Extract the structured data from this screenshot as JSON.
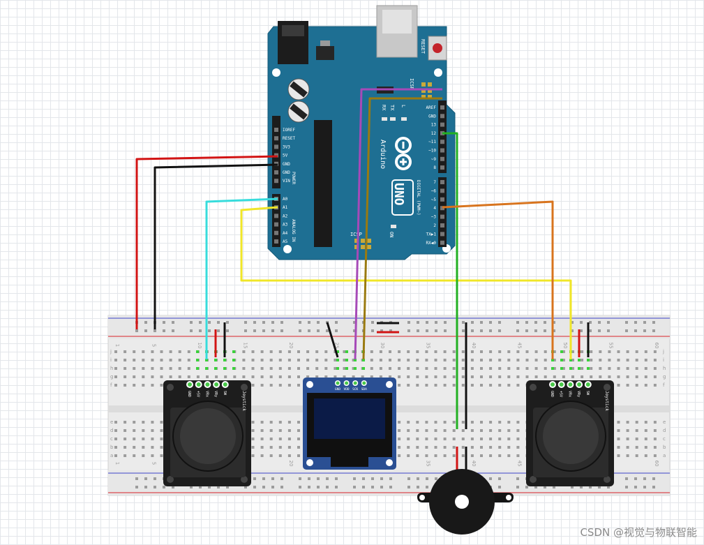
{
  "arduino": {
    "brand": "Arduino",
    "model": "UNO",
    "reset_label": "RESET",
    "icsp_label": "ICSP",
    "icsp2_label": "ICSP",
    "on_label": "ON",
    "tx_label": "TX",
    "rx_label": "RX",
    "l_label": "L",
    "power_label": "POWER",
    "analog_label": "ANALOG IN",
    "digital_label": "DIGITAL (PWM~)",
    "power_pins": [
      "IOREF",
      "RESET",
      "3V3",
      "5V",
      "GND",
      "GND",
      "VIN"
    ],
    "analog_pins": [
      "A0",
      "A1",
      "A2",
      "A3",
      "A4",
      "A5"
    ],
    "digital_pins_top": [
      "AREF",
      "GND",
      "13",
      "12",
      "~11",
      "~10",
      "~9",
      "8"
    ],
    "digital_pins_bottom": [
      "7",
      "~6",
      "~5",
      "4",
      "~3",
      "2",
      "TX▶1",
      "RX◀0"
    ]
  },
  "breadboard": {
    "column_numbers": [
      "1",
      "5",
      "10",
      "15",
      "20",
      "25",
      "30",
      "35",
      "40",
      "45",
      "50",
      "55",
      "60"
    ],
    "row_letters_top": [
      "j",
      "i",
      "h",
      "g",
      "f"
    ],
    "row_letters_bottom": [
      "e",
      "d",
      "c",
      "b",
      "a"
    ]
  },
  "oled": {
    "pin_labels": [
      "GND",
      "VDD",
      "SCK",
      "SDA"
    ]
  },
  "joysticks": [
    {
      "pin_labels": [
        "GND",
        "+5V",
        "VRx",
        "VRy",
        "SW"
      ],
      "module_label": "Joystick"
    },
    {
      "pin_labels": [
        "GND",
        "+5V",
        "VRx",
        "VRy",
        "SW"
      ],
      "module_label": "Joystick"
    }
  ],
  "wires": [
    {
      "color": "#d21414",
      "connects": "5V"
    },
    {
      "color": "#111111",
      "connects": "GND"
    },
    {
      "color": "#37dcdc",
      "connects": "A0"
    },
    {
      "color": "#f0e628",
      "connects": "A1"
    },
    {
      "color": "#a64ab8",
      "connects": "SCL"
    },
    {
      "color": "#9a7a10",
      "connects": "SDA"
    },
    {
      "color": "#22b022",
      "connects": "12"
    },
    {
      "color": "#d8741e",
      "connects": "4"
    }
  ],
  "colors": {
    "board_blue": "#1e6f93",
    "breadboard_body": "#eeeeee",
    "rail_red": "#d8232a",
    "rail_blue": "#3c46c8"
  },
  "watermark": "CSDN @视觉与物联智能"
}
